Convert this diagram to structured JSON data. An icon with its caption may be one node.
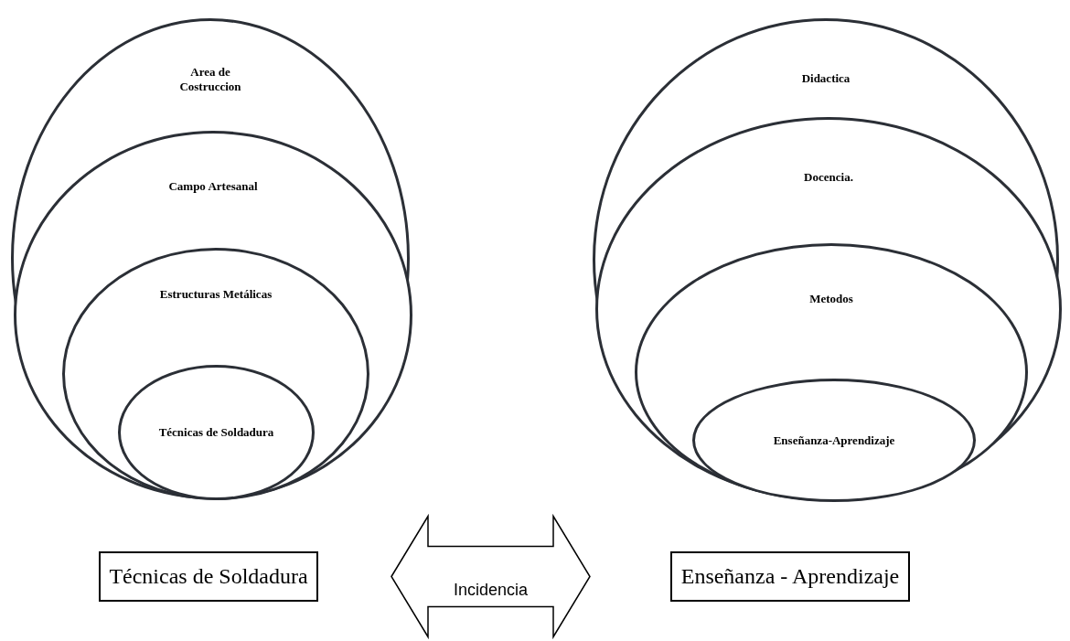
{
  "diagram": {
    "nodes": [
      {
        "text": [
          "Area de Costruccion"
        ]
      },
      {
        "text": [
          "Campo Artesanal"
        ],
        "in": 0
      },
      {
        "text": [
          "Estructuras Metálicas"
        ],
        "in": 1
      },
      {
        "text": [
          "Técnicas de Soldadura"
        ],
        "in": 2
      },
      {
        "text": [
          "Didactica"
        ]
      },
      {
        "text": [
          "Docencia."
        ],
        "in": 4
      },
      {
        "text": [
          "Metodos"
        ],
        "in": 5
      },
      {
        "text": [
          "Enseñanza-Aprendizaje"
        ],
        "in": 6
      },
      {
        "text": [
          "Técnicas de Soldadura"
        ]
      },
      {
        "text": [
          "Enseñanza - Aprendizaje"
        ]
      }
    ],
    "edges": [
      {
        "from": 8,
        "to": 9,
        "arrow": "both",
        "label": "Incidencia"
      }
    ]
  }
}
